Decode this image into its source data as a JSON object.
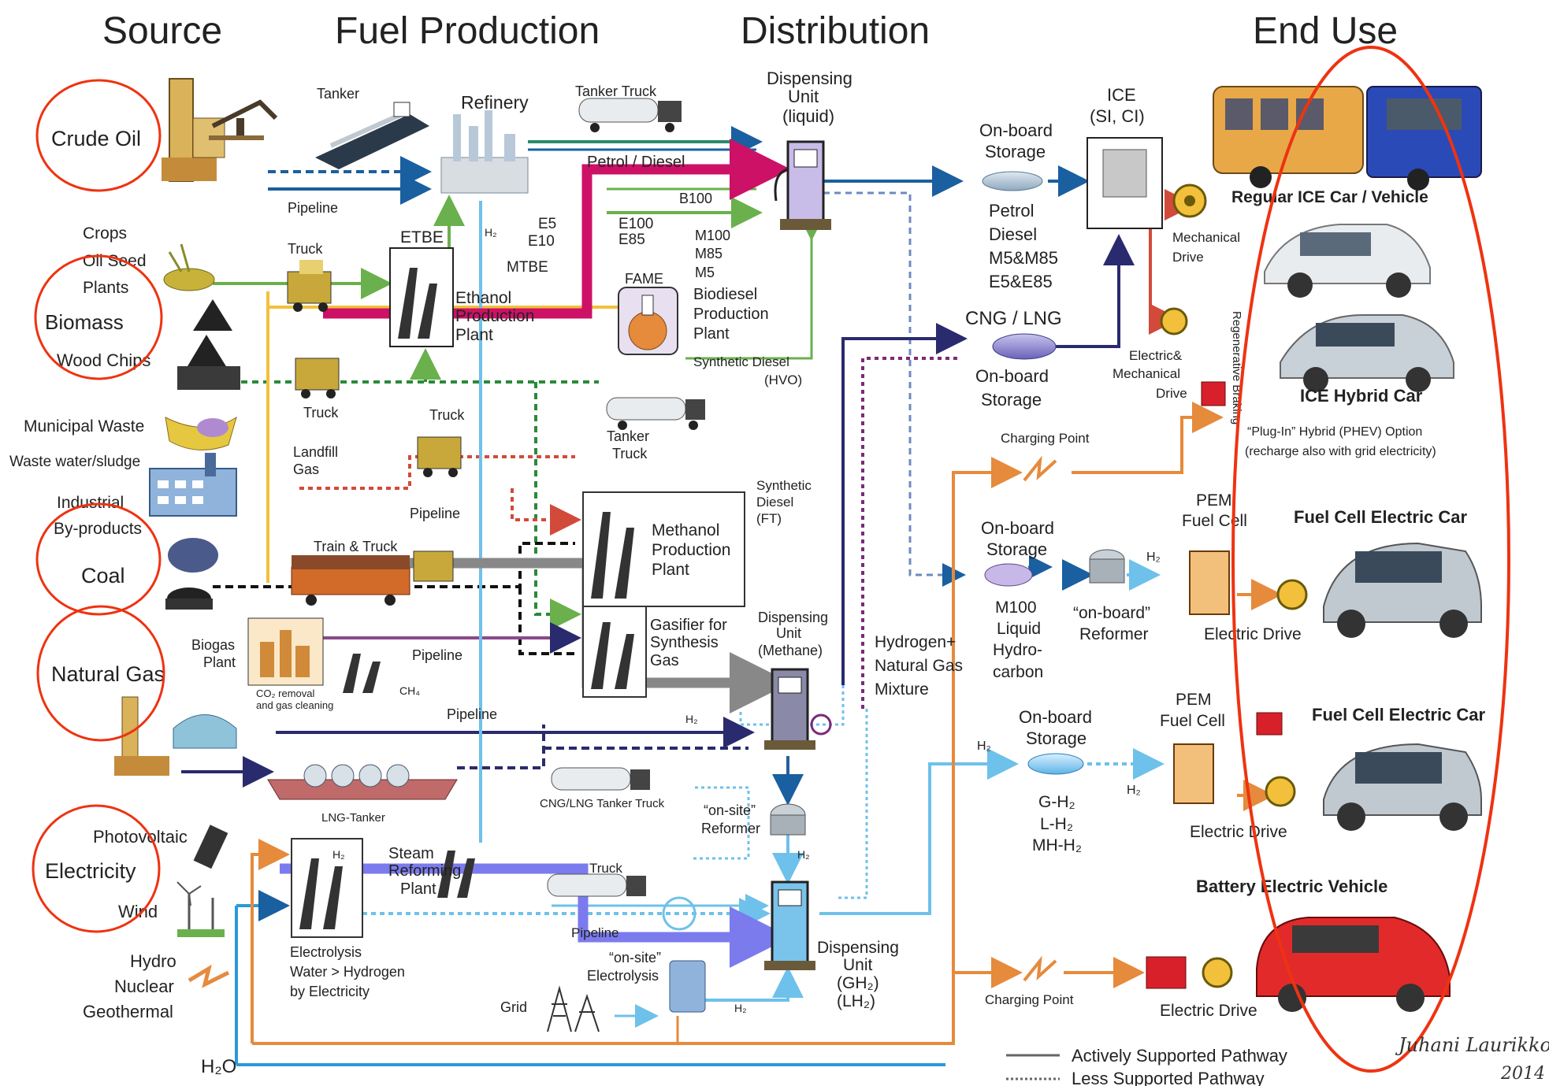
{
  "headers": {
    "source": "Source",
    "fuel_production": "Fuel Production",
    "distribution": "Distribution",
    "end_use": "End Use"
  },
  "sources": {
    "crude_oil": "Crude Oil",
    "crops_1": "Crops",
    "crops_2": "Oil Seed",
    "crops_3": "Plants",
    "biomass": "Biomass",
    "wood_chips": "Wood Chips",
    "municipal_waste": "Municipal Waste",
    "waste_water": "Waste water/sludge",
    "industrial_1": "Industrial",
    "industrial_2": "By-products",
    "coal": "Coal",
    "natural_gas": "Natural Gas",
    "photovoltaic": "Photovoltaic",
    "electricity": "Electricity",
    "wind": "Wind",
    "hydro": "Hydro",
    "nuclear": "Nuclear",
    "geothermal": "Geothermal",
    "water": "H₂O"
  },
  "production": {
    "tanker": "Tanker",
    "refinery": "Refinery",
    "tanker_truck": "Tanker Truck",
    "petrol_diesel": "Petrol / Diesel",
    "pipeline": "Pipeline",
    "truck": "Truck",
    "etbe": "ETBE",
    "h2": "H₂",
    "e5": "E5",
    "e10": "E10",
    "mtbe": "MTBE",
    "e100": "E100",
    "e85": "E85",
    "b100": "B100",
    "ethanol_1": "Ethanol",
    "ethanol_2": "Production",
    "ethanol_3": "Plant",
    "fame": "FAME",
    "m100": "M100",
    "m85": "M85",
    "m5": "M5",
    "biodiesel_1": "Biodiesel",
    "biodiesel_2": "Production",
    "biodiesel_3": "Plant",
    "synth_hvo_1": "Synthetic Diesel",
    "synth_hvo_2": "(HVO)",
    "landfill_1": "Landfill",
    "landfill_2": "Gas",
    "tanker_truck2_1": "Tanker",
    "tanker_truck2_2": "Truck",
    "synth_ft_1": "Synthetic",
    "synth_ft_2": "Diesel",
    "synth_ft_3": "(FT)",
    "train_truck": "Train & Truck",
    "methanol_1": "Methanol",
    "methanol_2": "Production",
    "methanol_3": "Plant",
    "gasifier_1": "Gasifier for",
    "gasifier_2": "Synthesis",
    "gasifier_3": "Gas",
    "biogas_1": "Biogas",
    "biogas_2": "Plant",
    "co2_1": "CO₂ removal",
    "co2_2": "and gas cleaning",
    "ch4": "CH₄",
    "lng_tanker": "LNG-Tanker",
    "cng_truck": "CNG/LNG Tanker Truck",
    "steam_1": "Steam",
    "steam_2": "Reforming",
    "steam_3": "Plant",
    "electrolysis_1": "Electrolysis",
    "electrolysis_2": "Water > Hydrogen",
    "electrolysis_3": "by Electricity",
    "onsite_electrolysis_1": "“on-site”",
    "onsite_electrolysis_2": "Electrolysis",
    "grid": "Grid",
    "truck_h2": "Truck",
    "pipeline_h2": "Pipeline"
  },
  "distribution": {
    "du_liquid_1": "Dispensing",
    "du_liquid_2": "Unit",
    "du_liquid_3": "(liquid)",
    "du_methane_1": "Dispensing",
    "du_methane_2": "Unit",
    "du_methane_3": "(Methane)",
    "du_gh_1": "Dispensing",
    "du_gh_2": "Unit",
    "du_gh_3": "(GH₂)",
    "du_gh_4": "(LH₂)",
    "onsite_reformer_1": "“on-site”",
    "onsite_reformer_2": "Reformer",
    "hng_1": "Hydrogen+",
    "hng_2": "Natural Gas",
    "hng_3": "Mixture"
  },
  "end_use": {
    "onboard_1": "On-board",
    "onboard_2": "Storage",
    "petrol": "Petrol",
    "diesel": "Diesel",
    "m5m85": "M5&M85",
    "e5e85": "E5&E85",
    "ice_1": "ICE",
    "ice_2": "(SI, CI)",
    "mech_1": "Mechanical",
    "mech_2": "Drive",
    "regular_ice": "Regular ICE Car / Vehicle",
    "cng_lng": "CNG / LNG",
    "cng_onboard_1": "On-board",
    "cng_onboard_2": "Storage",
    "elec_mech_1": "Electric&",
    "elec_mech_2": "Mechanical",
    "elec_mech_3": "Drive",
    "regen": "Regenerative Braking",
    "ice_hybrid": "ICE Hybrid Car",
    "phev_1": "“Plug-In” Hybrid (PHEV) Option",
    "phev_2": "(recharge also with grid electricity)",
    "charging_1": "Charging Point",
    "m100_ob_1": "On-board",
    "m100_ob_2": "Storage",
    "m100_1": "M100",
    "m100_2": "Liquid",
    "m100_3": "Hydro-",
    "m100_4": "carbon",
    "ob_reformer_1": "“on-board”",
    "ob_reformer_2": "Reformer",
    "pem1_1": "PEM",
    "pem1_2": "Fuel Cell",
    "electric_drive_1": "Electric Drive",
    "fcev1": "Fuel Cell Electric Car",
    "h2_ob_1": "On-board",
    "h2_ob_2": "Storage",
    "gh2": "G-H₂",
    "lh2": "L-H₂",
    "mhh2": "MH-H₂",
    "pem2_1": "PEM",
    "pem2_2": "Fuel Cell",
    "electric_drive_2": "Electric Drive",
    "fcev2": "Fuel Cell Electric Car",
    "bev": "Battery Electric Vehicle",
    "charging_2": "Charging Point",
    "electric_drive_3": "Electric Drive",
    "h2_a": "H₂",
    "h2_b": "H₂",
    "h2_c": "H₂"
  },
  "legend": {
    "active": "Actively Supported Pathway",
    "less": "Less Supported Pathway"
  },
  "signature": {
    "name": "Juhani Laurikko",
    "year": "2014"
  },
  "colors": {
    "highlight_red": "#ee3311",
    "magenta_path": "#cc1166",
    "gray_path": "#888888",
    "purple_path": "#7b7bee",
    "blue_flow": "#1a5fa0",
    "green_flow": "#6ab04c",
    "orange_flow": "#e68a3c",
    "navy_flow": "#2a2a6e",
    "light_blue": "#6ec1ea"
  }
}
